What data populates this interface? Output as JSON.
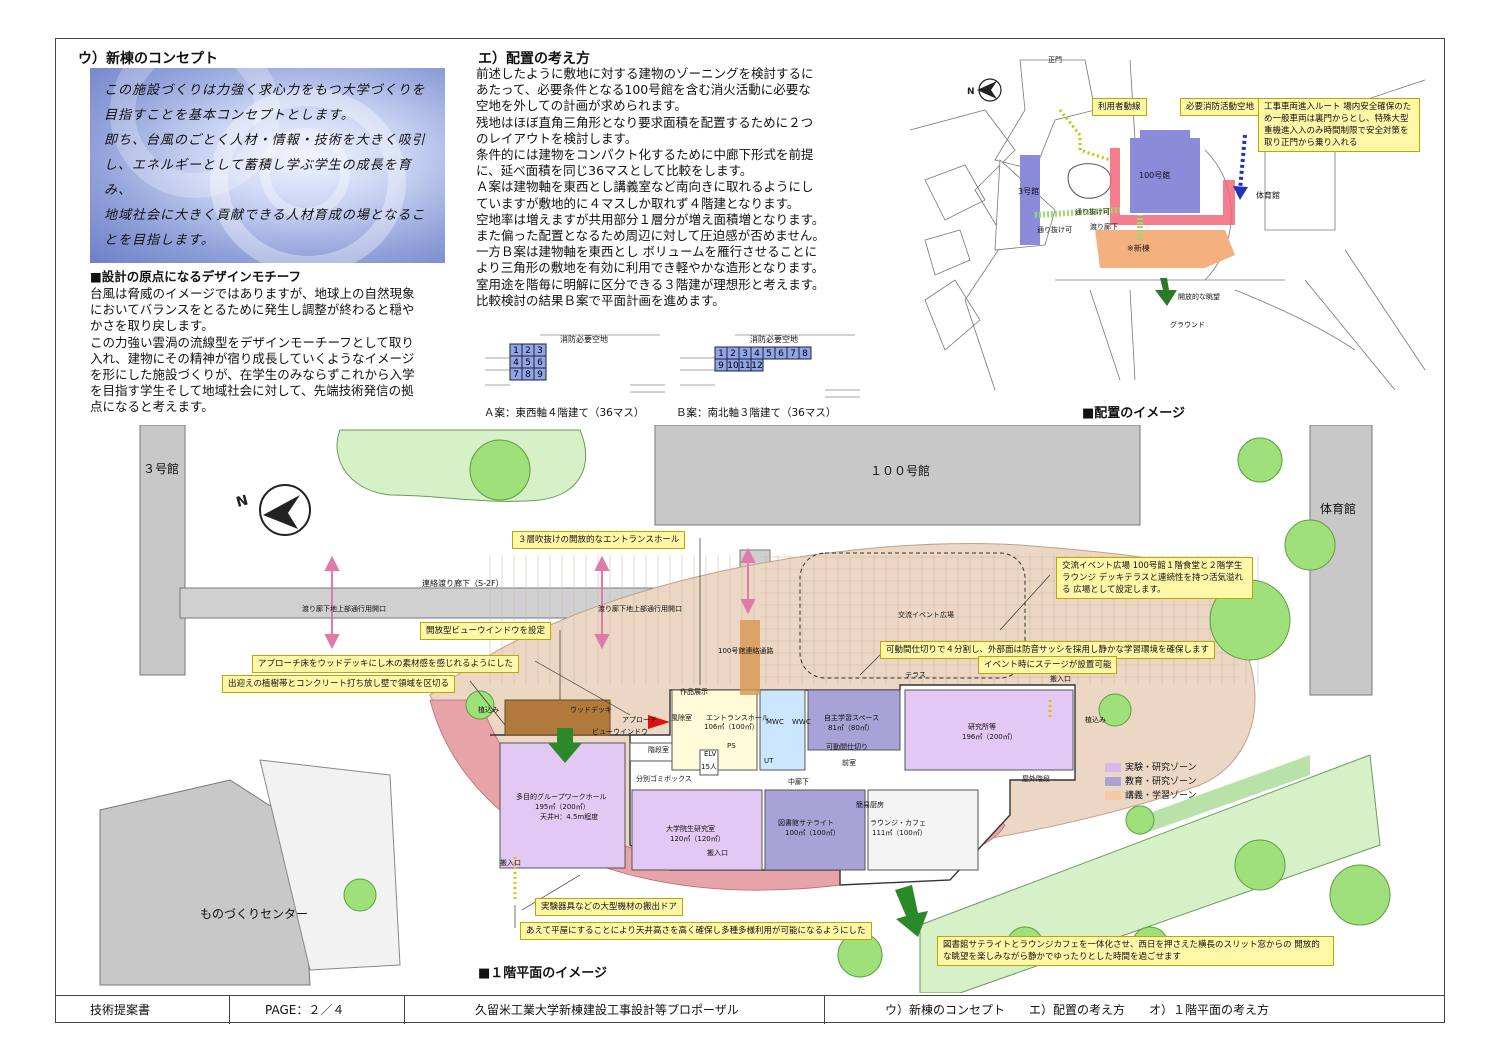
{
  "concept": {
    "heading": "ウ）新棟のコンセプト",
    "box_lines": [
      "この施設づくりは力強く求心力をもつ大学づくりを",
      "目指すことを基本コンセプトとします。",
      "即ち、台風のごとく人材・情報・技術を大きく吸引",
      "し、エネルギーとして蓄積し学ぶ学生の成長を育み、",
      "地域社会に大きく貢献できる人材育成の場となるこ",
      "とを目指します。"
    ],
    "motif_heading": "■設計の原点になるデザインモチーフ",
    "motif_lines": [
      "台風は脅威のイメージではありますが、地球上の自然現象",
      "においてバランスをとるために発生し調整が終わると穏や",
      "かさを取り戻します。",
      "この力強い雲渦の流線型をデザインモーチーフとして取り",
      "入れ、建物にその精神が宿り成長していくようなイメージ",
      "を形にした施設づくりが、在学生のみならずこれから入学",
      "を目指す学生そして地域社会に対して、先端技術発信の拠",
      "点になると考えます。"
    ]
  },
  "layout": {
    "heading": "エ）配置の考え方",
    "lines": [
      "前述したように敷地に対する建物のゾーニングを検討するに",
      "あたって、必要条件となる100号館を含む消火活動に必要な",
      "空地を外しての計画が求められます。",
      "残地はほぼ直角三角形となり要求面積を配置するために２つ",
      "のレイアウトを検討します。",
      "条件的には建物をコンパクト化するために中廊下形式を前提",
      "に、延べ面積を同じ36マスとして比較をします。",
      "Ａ案は建物軸を東西とし講義室など南向きに取れるようにし",
      "ていますが敷地的に４マスしか取れず４階建となります。",
      "空地率は増えますが共用部分１層分が増え面積増となります。",
      "また偏った配置となるため周辺に対して圧迫感が否めません。",
      "一方Ｂ案は建物軸を東西とし ボリュームを雁行させることに",
      "より三角形の敷地を有効に利用でき軽やかな造形となります。",
      "室用途を階毎に明解に区分できる３階建が理想形と考えます。",
      "比較検討の結果Ｂ案で平面計画を進めます。"
    ],
    "plan_a": {
      "caption": "Ａ案：東西軸４階建て（36マス）",
      "label": "消防必要空地",
      "cells": [
        "1",
        "2",
        "3",
        "4",
        "5",
        "6",
        "7",
        "8",
        "9"
      ]
    },
    "plan_b": {
      "caption": "Ｂ案：南北軸３階建て（36マス）",
      "label": "消防必要空地",
      "cells": [
        "1",
        "2",
        "3",
        "4",
        "5",
        "6",
        "7",
        "8",
        "9",
        "10",
        "11",
        "12"
      ]
    }
  },
  "site": {
    "caption": "■配置のイメージ",
    "labels": {
      "gate": "正門",
      "user_line": "利用者動線",
      "fire_space": "必要消防活動空地",
      "construction": "工事車両進入ルート 場内安全確保のため一般車両は裏門からとし、特殊大型重機進入入のみ時間制限で安全対策を取り正門から乗り入れる",
      "bldg3": "3号館",
      "bldg100": "100号館",
      "gym": "体育館",
      "new": "※新棟",
      "pass1": "通り抜け可",
      "pass2": "通り抜け可",
      "corridor": "渡り廊下",
      "view": "開放的な眺望",
      "ground": "グラウンド"
    }
  },
  "plan": {
    "caption": "■１階平面のイメージ",
    "bldg3": "３号館",
    "bldg100": "１００号館",
    "gym": "体育館",
    "monozukuri": "ものづくりセンター",
    "bridge": "連絡渡り廊下（S-2F）",
    "bridge_pass1": "渡り廊下地上部通行用開口",
    "bridge_pass2": "渡り廊下地上部通行用開口",
    "path100": "100号館連絡通路",
    "event_area": "交流イベント広場",
    "labels": {
      "entrance_hall": "３層吹抜けの開放的なエントランスホール",
      "view_window": "開放型ビューウインドウを設定",
      "wood_deck": "アプローチ床をウッドデッキにし木の素材感を感じれるようにした",
      "planting": "出迎えの植樹帯とコンクリート打ち放し壁で領域を区切る",
      "event_plaza": "交流イベント広場 100号館１階食堂と２階学生ラウンジ デッキテラスと連続性を持つ活気溢れる 広場として設定します。",
      "movable": "可動間仕切りで４分割し、外部面は防音サッシを採用し静かな学習環境を確保します",
      "stage": "イベント時にステージが設置可能",
      "delivery": "実験器具などの大型機材の搬出ドア",
      "ceiling": "あえて平屋にすることにより天井高さを高く確保し多種多様利用が可能になるようにした",
      "library": "図書館サテライトとラウンジカフェを一体化させ、西日を押さえた横長のスリット窓からの 開放的な眺望を楽しみながら静かでゆったりとした時間を過ごせます"
    },
    "rooms": {
      "gallery": "作品展示",
      "entrance": "エントランスホール",
      "entrance_area": "106㎡（100㎡）",
      "windbreak": "風除室",
      "approach": "アプローチ",
      "wooddeck": "ウッドデッキ",
      "viewwindow": "ビューウインドウ",
      "stair": "階段室",
      "elv": "ELV",
      "elv_cap": "15人",
      "trash": "分別ゴミボックス",
      "ps": "PS",
      "wc_m": "MWC",
      "wc_f": "WWC",
      "ut": "UT",
      "multipurpose": "多目的グループワークホール",
      "multipurpose_area": "195㎡（200㎡）",
      "ceiling_h": "天井H：4.5m程度",
      "selfstudy": "自主学習スペース",
      "selfstudy_area": "81㎡（80㎡）",
      "movable_wall": "可動間仕切り",
      "lab": "研究所等",
      "lab_area": "196㎡（200㎡）",
      "front": "前室",
      "corridor": "中廊下",
      "grad": "大学院生研究室",
      "grad_area": "120㎡（120㎡）",
      "lib": "図書館サテライト",
      "lib_area": "100㎡（100㎡）",
      "kitchen": "簡易厨房",
      "lounge": "ラウンジ・カフェ",
      "lounge_area": "111㎡（100㎡）",
      "entry1": "搬入口",
      "entry2": "搬入口",
      "entry3": "搬入口",
      "exstair": "屋外階段",
      "terrace": "テラス",
      "planting1": "植込み",
      "planting2": "植込み",
      "event_small": "交流イベント広場"
    },
    "legend": [
      {
        "label": "実験・研究ゾーン",
        "color": "#d9b8ee"
      },
      {
        "label": "教育・研究ゾーン",
        "color": "#a9a2d6"
      },
      {
        "label": "講義・学習ゾーン",
        "color": "#f6c9a8"
      }
    ]
  },
  "footer": {
    "doc": "技術提案書",
    "page": "PAGE：２／４",
    "title": "久留米工業大学新棟建設工事設計等プロポーザル",
    "sections": "ウ）新棟のコンセプト　　エ）配置の考え方　　オ）１階平面の考え方"
  }
}
